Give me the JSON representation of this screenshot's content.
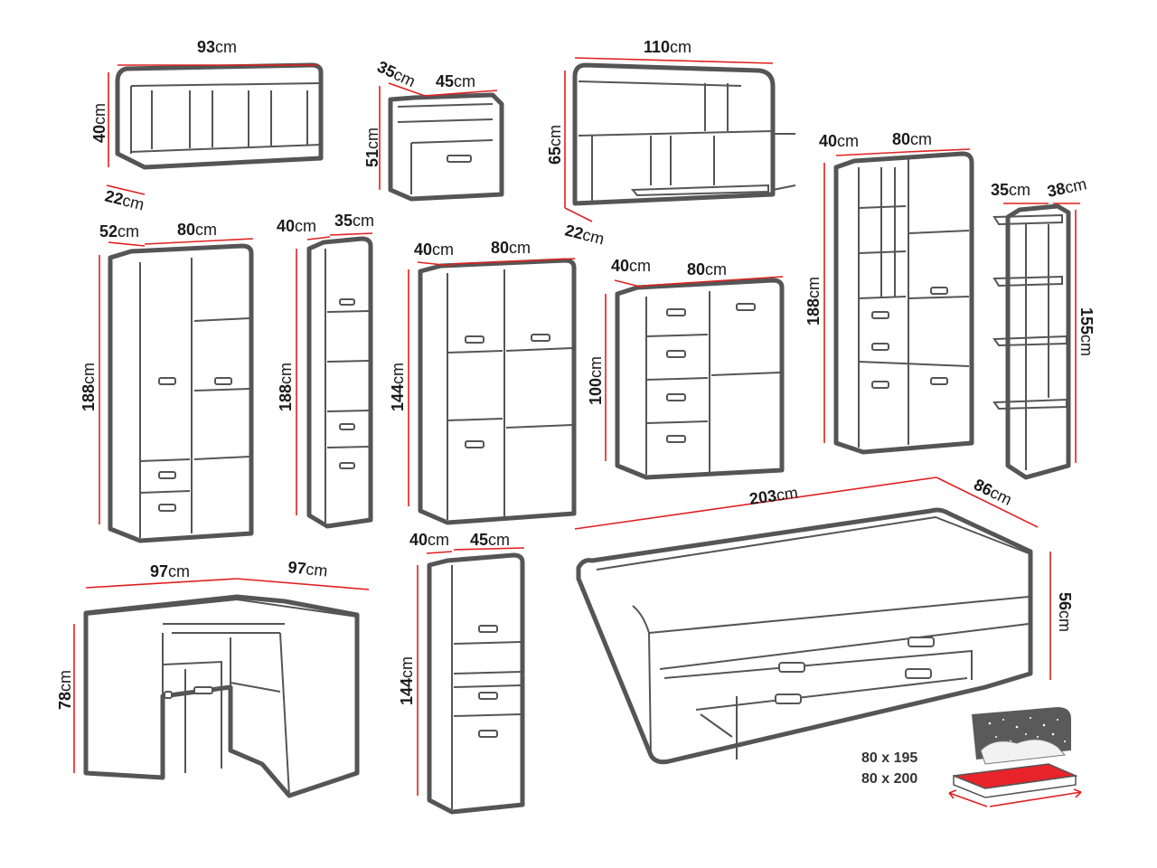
{
  "colors": {
    "outline": "#555555",
    "dimension_line": "#e02020",
    "mattress_red": "#e8232a",
    "night_sky": "#5a5a5a"
  },
  "pieces": {
    "wall_shelf": {
      "width": "93",
      "height": "40",
      "depth": "22",
      "unit": "cm"
    },
    "nightstand": {
      "depth": "35",
      "width": "45",
      "height": "51",
      "unit": "cm"
    },
    "desk_shelf": {
      "width": "110",
      "height": "65",
      "depth": "22",
      "unit": "cm"
    },
    "shelf_cabinet_tall": {
      "depth": "40",
      "width": "80",
      "height": "188",
      "unit": "cm"
    },
    "open_shelf": {
      "depth": "35",
      "width": "38",
      "height": "155",
      "unit": "cm"
    },
    "wardrobe": {
      "depth": "52",
      "width": "80",
      "height": "188",
      "unit": "cm"
    },
    "narrow_cabinet": {
      "depth": "40",
      "width": "35",
      "height": "188",
      "unit": "cm"
    },
    "medium_cabinet": {
      "depth": "40",
      "width": "80",
      "height": "144",
      "unit": "cm"
    },
    "dresser": {
      "depth": "40",
      "width": "80",
      "height": "100",
      "unit": "cm"
    },
    "corner_desk": {
      "side_a": "97",
      "side_b": "97",
      "height": "78",
      "unit": "cm"
    },
    "small_cabinet": {
      "depth": "40",
      "width": "45",
      "height": "144",
      "unit": "cm"
    },
    "bed": {
      "length": "203",
      "depth": "86",
      "height": "56",
      "unit": "cm"
    }
  },
  "mattress": {
    "size_1": "80 x 195",
    "size_2": "80 x 200"
  }
}
